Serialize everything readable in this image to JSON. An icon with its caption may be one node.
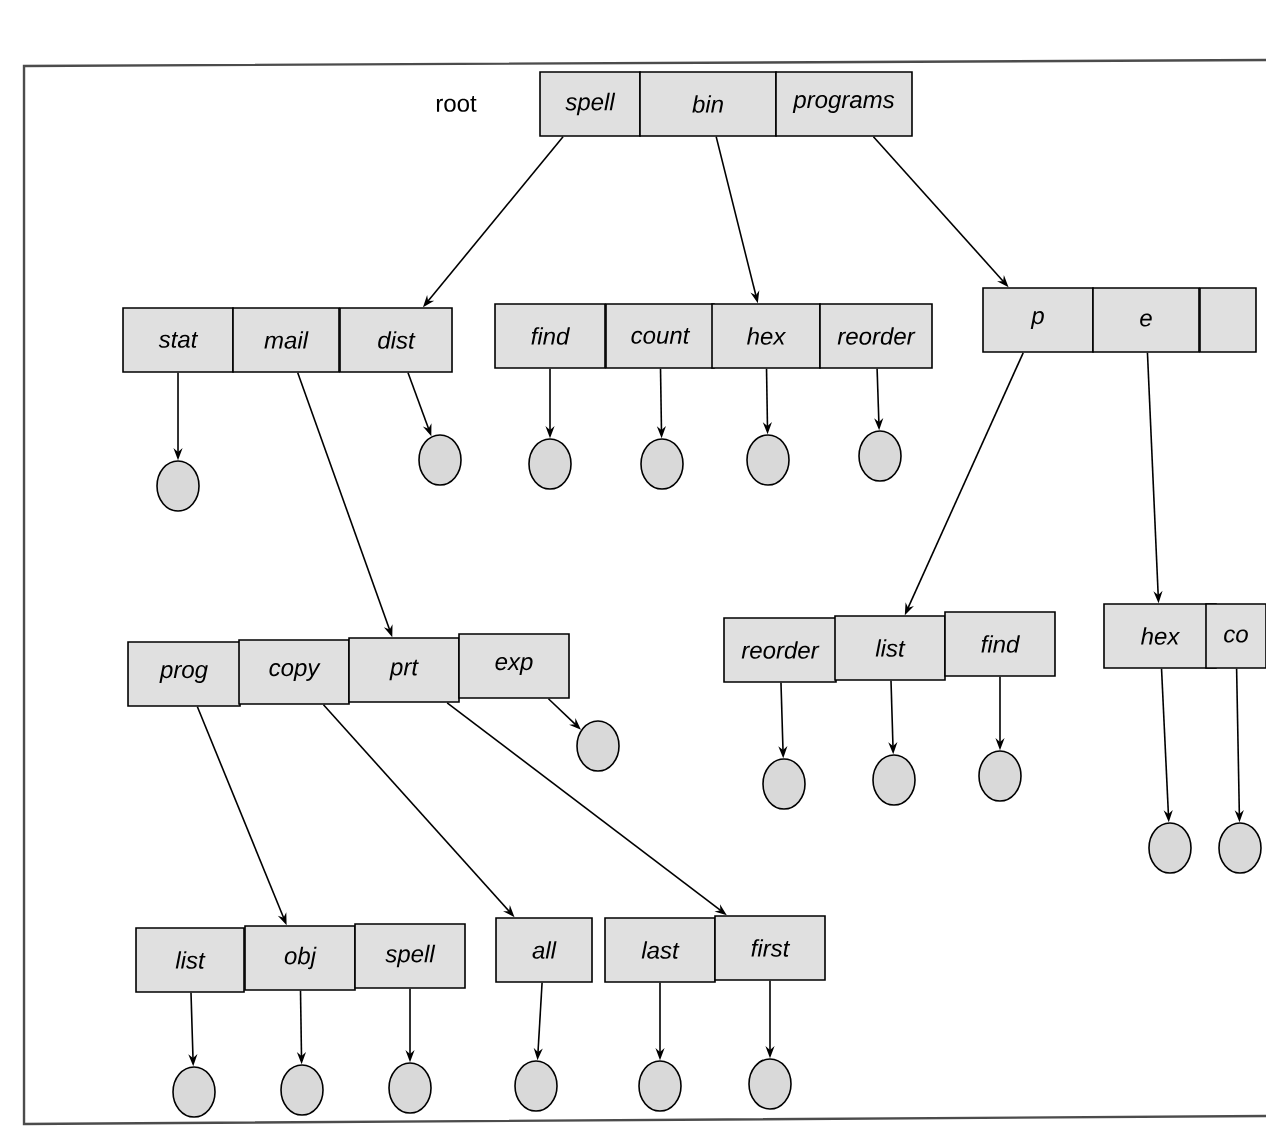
{
  "diagram": {
    "nodes": [
      {
        "text": [
          "spell"
        ]
      },
      {
        "text": [
          "bin"
        ]
      },
      {
        "text": [
          "programs"
        ]
      },
      {
        "text": [
          "stat"
        ]
      },
      {
        "text": [
          "mail"
        ]
      },
      {
        "text": [
          "dist"
        ]
      },
      {
        "text": [
          "find"
        ]
      },
      {
        "text": [
          "count"
        ]
      },
      {
        "text": [
          "hex"
        ]
      },
      {
        "text": [
          "reorder"
        ]
      },
      {
        "text": [
          "p"
        ]
      },
      {
        "text": [
          "e"
        ]
      },
      {
        "text": [],
        "shape": "box"
      },
      {
        "text": [],
        "shape": "circle"
      },
      {
        "text": [],
        "shape": "circle"
      },
      {
        "text": [],
        "shape": "circle"
      },
      {
        "text": [],
        "shape": "circle"
      },
      {
        "text": [],
        "shape": "circle"
      },
      {
        "text": [],
        "shape": "circle"
      },
      {
        "text": [
          "prog"
        ]
      },
      {
        "text": [
          "copy"
        ]
      },
      {
        "text": [
          "prt"
        ]
      },
      {
        "text": [
          "exp"
        ]
      },
      {
        "text": [
          "reorder"
        ]
      },
      {
        "text": [
          "list"
        ]
      },
      {
        "text": [
          "find"
        ]
      },
      {
        "text": [
          "hex"
        ]
      },
      {
        "text": [
          "co"
        ]
      },
      {
        "text": [],
        "shape": "circle"
      },
      {
        "text": [],
        "shape": "circle"
      },
      {
        "text": [],
        "shape": "circle"
      },
      {
        "text": [],
        "shape": "circle"
      },
      {
        "text": [],
        "shape": "circle"
      },
      {
        "text": [],
        "shape": "circle"
      },
      {
        "text": [
          "list"
        ]
      },
      {
        "text": [
          "obj"
        ]
      },
      {
        "text": [
          "spell"
        ]
      },
      {
        "text": [
          "all"
        ]
      },
      {
        "text": [
          "last"
        ]
      },
      {
        "text": [
          "first"
        ]
      },
      {
        "text": [],
        "shape": "circle"
      },
      {
        "text": [],
        "shape": "circle"
      },
      {
        "text": [],
        "shape": "circle"
      },
      {
        "text": [],
        "shape": "circle"
      },
      {
        "text": [],
        "shape": "circle"
      },
      {
        "text": [],
        "shape": "circle"
      }
    ],
    "edges": [
      {
        "from": 0,
        "to": 5,
        "arrow": "to"
      },
      {
        "from": 1,
        "to": 8,
        "arrow": "to"
      },
      {
        "from": 2,
        "to": 10,
        "arrow": "to"
      },
      {
        "from": 3,
        "to": 13,
        "arrow": "to"
      },
      {
        "from": 5,
        "to": 14,
        "arrow": "to"
      },
      {
        "from": 6,
        "to": 15,
        "arrow": "to"
      },
      {
        "from": 7,
        "to": 16,
        "arrow": "to"
      },
      {
        "from": 8,
        "to": 17,
        "arrow": "to"
      },
      {
        "from": 9,
        "to": 18,
        "arrow": "to"
      },
      {
        "from": 4,
        "to": 21,
        "arrow": "to"
      },
      {
        "from": 10,
        "to": 24,
        "arrow": "to"
      },
      {
        "from": 11,
        "to": 26,
        "arrow": "to"
      },
      {
        "from": 22,
        "to": 28,
        "arrow": "to"
      },
      {
        "from": 23,
        "to": 29,
        "arrow": "to"
      },
      {
        "from": 24,
        "to": 30,
        "arrow": "to"
      },
      {
        "from": 25,
        "to": 31,
        "arrow": "to"
      },
      {
        "from": 26,
        "to": 32,
        "arrow": "to"
      },
      {
        "from": 27,
        "to": 33,
        "arrow": "to"
      },
      {
        "from": 19,
        "to": 35,
        "arrow": "to"
      },
      {
        "from": 20,
        "to": 37,
        "arrow": "to"
      },
      {
        "from": 21,
        "to": 39,
        "arrow": "to"
      },
      {
        "from": 34,
        "to": 40,
        "arrow": "to"
      },
      {
        "from": 35,
        "to": 41,
        "arrow": "to"
      },
      {
        "from": 36,
        "to": 42,
        "arrow": "to"
      },
      {
        "from": 37,
        "to": 43,
        "arrow": "to"
      },
      {
        "from": 38,
        "to": 44,
        "arrow": "to"
      },
      {
        "from": 39,
        "to": 45,
        "arrow": "to"
      }
    ],
    "labels": [
      "root"
    ]
  }
}
